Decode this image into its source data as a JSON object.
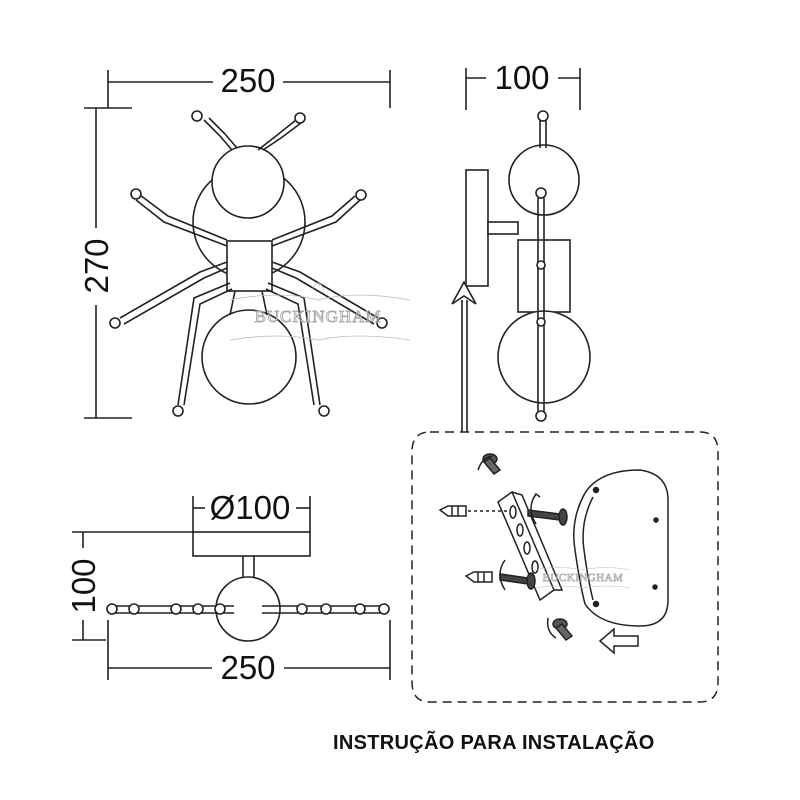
{
  "front_view": {
    "width_label": "250",
    "height_label": "270"
  },
  "side_view": {
    "depth_label": "100"
  },
  "top_view": {
    "base_diameter_label": "Ø100",
    "height_label": "100",
    "width_label": "250"
  },
  "watermark": {
    "brand": "BUCKINGHAM"
  },
  "caption": "INSTRUÇÃO PARA INSTALAÇÃO"
}
